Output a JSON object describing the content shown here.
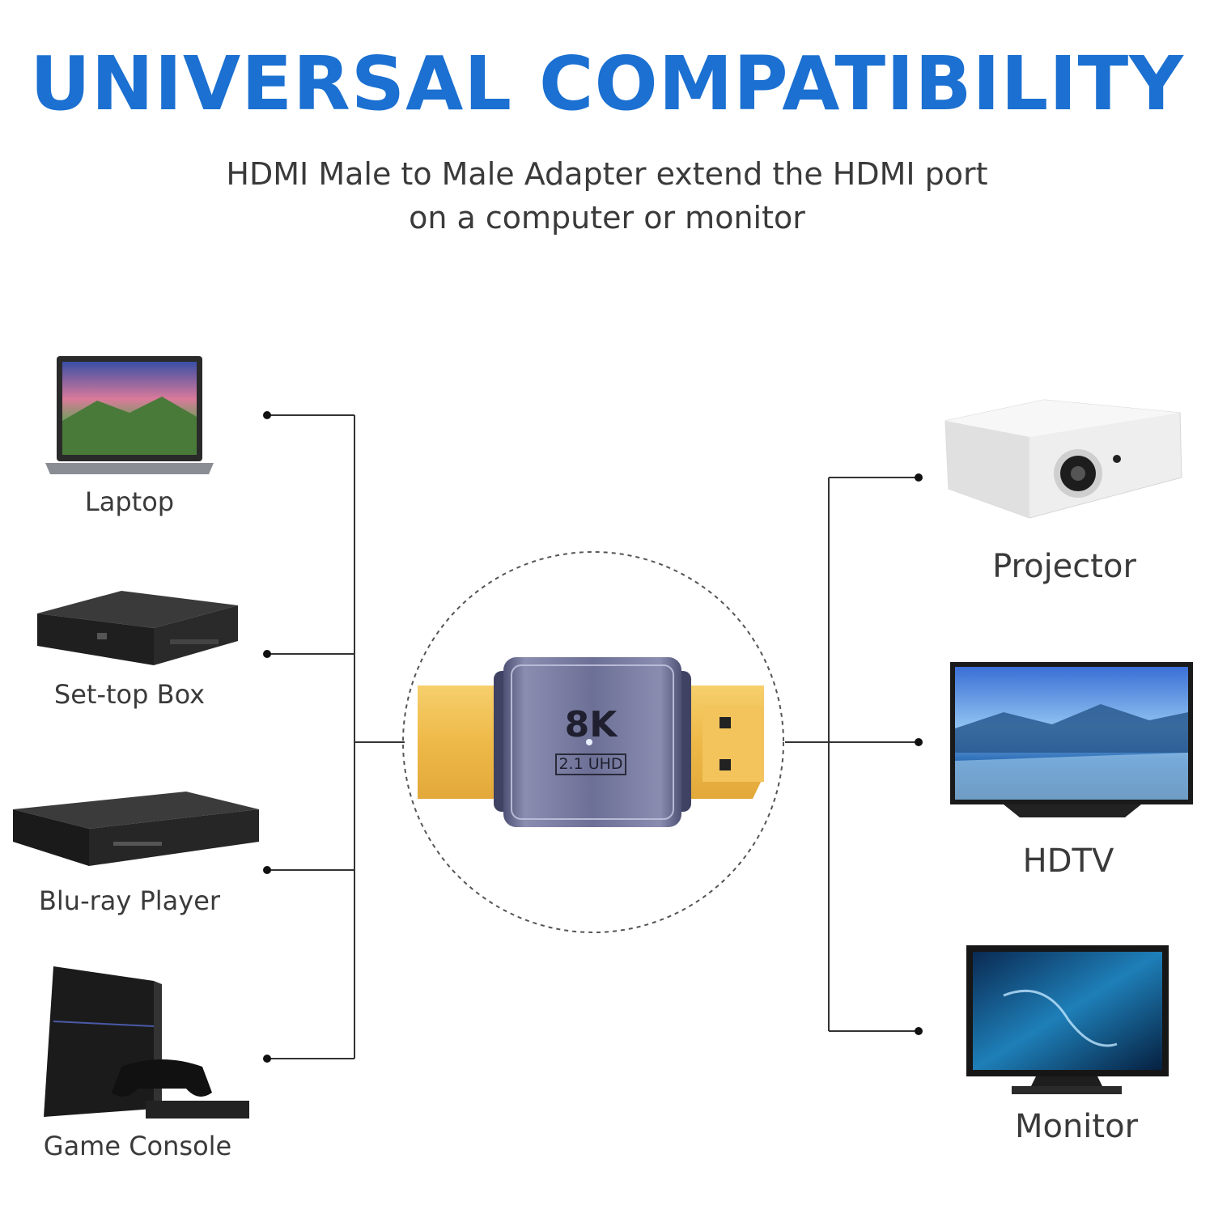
{
  "header": {
    "title": "UNIVERSAL COMPATIBILITY",
    "subtitle_line1": "HDMI Male to Male Adapter extend the HDMI port",
    "subtitle_line2": "on a computer or monitor"
  },
  "adapter": {
    "resolution_label": "8K",
    "version_label": "2.1 UHD"
  },
  "sources": [
    {
      "label": "Laptop",
      "icon": "laptop-icon"
    },
    {
      "label": "Set-top Box",
      "icon": "set-top-box-icon"
    },
    {
      "label": "Blu-ray Player",
      "icon": "blu-ray-player-icon"
    },
    {
      "label": "Game Console",
      "icon": "game-console-icon"
    }
  ],
  "displays": [
    {
      "label": "Projector",
      "icon": "projector-icon"
    },
    {
      "label": "HDTV",
      "icon": "hdtv-icon"
    },
    {
      "label": "Monitor",
      "icon": "monitor-icon"
    }
  ],
  "colors": {
    "title": "#1b70d1",
    "adapter_shell": "#6b6e93",
    "gold": "#f0bf55"
  }
}
